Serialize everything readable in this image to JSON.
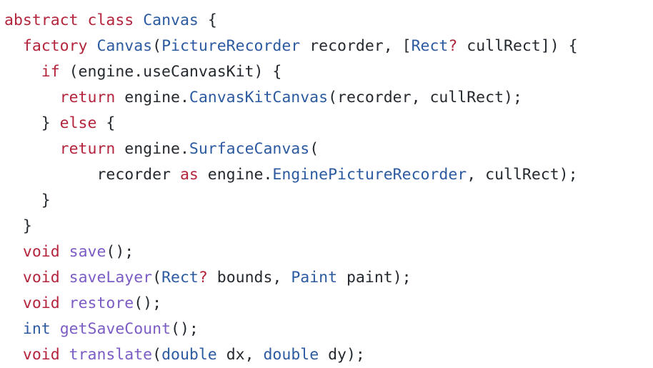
{
  "colors": {
    "background": "#ffffff",
    "keyword": "#b3253c",
    "type": "#2c5aa0",
    "function": "#7b5cc4",
    "plain": "#24292f"
  },
  "code": {
    "lines": [
      [
        [
          "keyword",
          "abstract"
        ],
        [
          "ws",
          " "
        ],
        [
          "keyword",
          "class"
        ],
        [
          "ws",
          " "
        ],
        [
          "type",
          "Canvas"
        ],
        [
          "plain",
          " {"
        ]
      ],
      [
        [
          "ws",
          "  "
        ],
        [
          "keyword",
          "factory"
        ],
        [
          "ws",
          " "
        ],
        [
          "type",
          "Canvas"
        ],
        [
          "plain",
          "("
        ],
        [
          "type",
          "PictureRecorder"
        ],
        [
          "plain",
          " recorder, ["
        ],
        [
          "type",
          "Rect"
        ],
        [
          "keyword",
          "?"
        ],
        [
          "plain",
          " cullRect]) {"
        ]
      ],
      [
        [
          "ws",
          "    "
        ],
        [
          "keyword",
          "if"
        ],
        [
          "plain",
          " (engine.useCanvasKit) {"
        ]
      ],
      [
        [
          "ws",
          "      "
        ],
        [
          "keyword",
          "return"
        ],
        [
          "plain",
          " engine."
        ],
        [
          "type",
          "CanvasKitCanvas"
        ],
        [
          "plain",
          "(recorder, cullRect);"
        ]
      ],
      [
        [
          "ws",
          "    "
        ],
        [
          "plain",
          "} "
        ],
        [
          "keyword",
          "else"
        ],
        [
          "plain",
          " {"
        ]
      ],
      [
        [
          "ws",
          "      "
        ],
        [
          "keyword",
          "return"
        ],
        [
          "plain",
          " engine."
        ],
        [
          "type",
          "SurfaceCanvas"
        ],
        [
          "plain",
          "("
        ]
      ],
      [
        [
          "ws",
          "          "
        ],
        [
          "plain",
          "recorder "
        ],
        [
          "keyword",
          "as"
        ],
        [
          "plain",
          " engine."
        ],
        [
          "type",
          "EnginePictureRecorder"
        ],
        [
          "plain",
          ", cullRect);"
        ]
      ],
      [
        [
          "ws",
          "    "
        ],
        [
          "plain",
          "}"
        ]
      ],
      [
        [
          "ws",
          "  "
        ],
        [
          "plain",
          "}"
        ]
      ],
      [
        [
          "ws",
          "  "
        ],
        [
          "keyword",
          "void"
        ],
        [
          "ws",
          " "
        ],
        [
          "func",
          "save"
        ],
        [
          "plain",
          "();"
        ]
      ],
      [
        [
          "ws",
          "  "
        ],
        [
          "keyword",
          "void"
        ],
        [
          "ws",
          " "
        ],
        [
          "func",
          "saveLayer"
        ],
        [
          "plain",
          "("
        ],
        [
          "type",
          "Rect"
        ],
        [
          "keyword",
          "?"
        ],
        [
          "plain",
          " bounds, "
        ],
        [
          "type",
          "Paint"
        ],
        [
          "plain",
          " paint);"
        ]
      ],
      [
        [
          "ws",
          "  "
        ],
        [
          "keyword",
          "void"
        ],
        [
          "ws",
          " "
        ],
        [
          "func",
          "restore"
        ],
        [
          "plain",
          "();"
        ]
      ],
      [
        [
          "ws",
          "  "
        ],
        [
          "type",
          "int"
        ],
        [
          "ws",
          " "
        ],
        [
          "func",
          "getSaveCount"
        ],
        [
          "plain",
          "();"
        ]
      ],
      [
        [
          "ws",
          "  "
        ],
        [
          "keyword",
          "void"
        ],
        [
          "ws",
          " "
        ],
        [
          "func",
          "translate"
        ],
        [
          "plain",
          "("
        ],
        [
          "type",
          "double"
        ],
        [
          "plain",
          " dx, "
        ],
        [
          "type",
          "double"
        ],
        [
          "plain",
          " dy);"
        ]
      ]
    ]
  }
}
